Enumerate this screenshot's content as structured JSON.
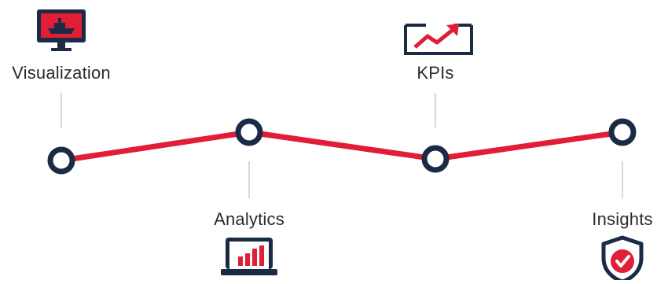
{
  "milestones": [
    {
      "label": "Visualization",
      "icon": "monitor-ship-icon",
      "label_position": "above"
    },
    {
      "label": "Analytics",
      "icon": "laptop-bar-chart-icon",
      "label_position": "below"
    },
    {
      "label": "KPIs",
      "icon": "trending-up-chart-icon",
      "label_position": "above"
    },
    {
      "label": "Insights",
      "icon": "shield-check-icon",
      "label_position": "below"
    }
  ],
  "colors": {
    "line": "#e01e36",
    "node": "#1b2a45",
    "icon_primary": "#1b2a45",
    "icon_accent": "#e01e36",
    "connector": "#bdbdbd",
    "text": "#2b2b2b"
  }
}
